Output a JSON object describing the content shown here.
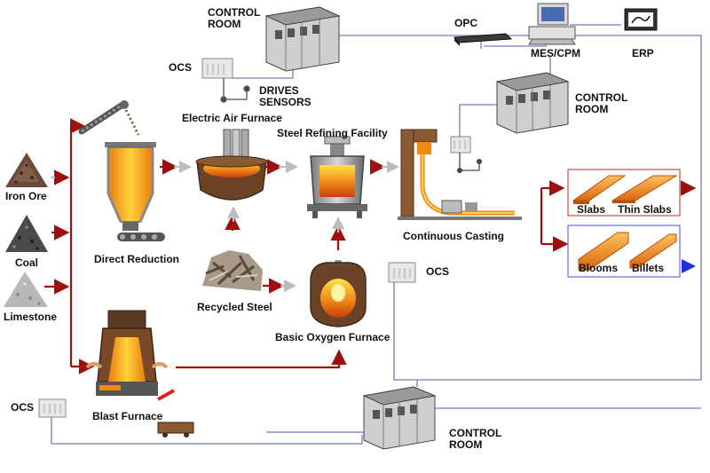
{
  "labels": {
    "control_room_top": [
      "CONTROL",
      "ROOM"
    ],
    "control_room_right": [
      "CONTROL",
      "ROOM"
    ],
    "control_room_bottom": [
      "CONTROL",
      "ROOM"
    ],
    "ocs_top": "OCS",
    "ocs_mid": "OCS",
    "ocs_bottom": "OCS",
    "drives_sensors": [
      "DRIVES",
      "SENSORS"
    ],
    "opc": "OPC",
    "mes_cpm": "MES/CPM",
    "erp": "ERP",
    "electric_air_furnace": "Electric Air Furnace",
    "steel_refining_facility": "Steel Refining Facility",
    "continuous_casting": "Continuous Casting",
    "direct_reduction": "Direct Reduction",
    "recycled_steel": "Recycled Steel",
    "basic_oxygen_furnace": "Basic Oxygen Furnace",
    "blast_furnace": "Blast Furnace",
    "iron_ore": "Iron Ore",
    "coal": "Coal",
    "limestone": "Limestone",
    "slabs": "Slabs",
    "thin_slabs": "Thin Slabs",
    "blooms": "Blooms",
    "billets": "Billets"
  },
  "colors": {
    "flow_arrow": "#9e0f0f",
    "network_line": "#8a94c8",
    "molten": "#f28a12",
    "product_orange": "#f0831c",
    "product_box_red": "#c84b4b",
    "product_box_blue": "#6a6ad8",
    "blue_arrow": "#2030e0"
  }
}
